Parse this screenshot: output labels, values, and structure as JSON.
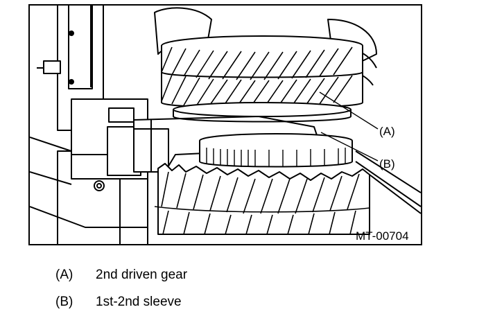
{
  "figure": {
    "code": "MT-00704",
    "callouts": [
      {
        "key": "(A)"
      },
      {
        "key": "(B)"
      }
    ]
  },
  "legend": [
    {
      "key": "(A)",
      "text": "2nd driven gear"
    },
    {
      "key": "(B)",
      "text": "1st-2nd sleeve"
    }
  ]
}
